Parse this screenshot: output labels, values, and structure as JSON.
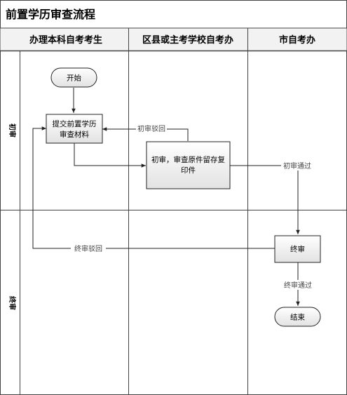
{
  "title": "前置学历审查流程",
  "lanes": [
    {
      "label": "办理本科自考考生"
    },
    {
      "label": "区县或主考学校自考办"
    },
    {
      "label": "市自考办"
    }
  ],
  "phases": [
    {
      "label": "初审"
    },
    {
      "label": "终审"
    }
  ],
  "nodes": {
    "start": {
      "label": "开始"
    },
    "submit": {
      "line1": "提交前置学历",
      "line2": "审查材料"
    },
    "initial_review": {
      "line1": "初审，审查原件留存复",
      "line2": "印件"
    },
    "final_review": {
      "label": "终审"
    },
    "end": {
      "label": "结束"
    }
  },
  "edges": {
    "initial_reject": "初审驳回",
    "initial_pass": "初审通过",
    "final_reject": "终审驳回",
    "final_pass": "终审通过"
  }
}
